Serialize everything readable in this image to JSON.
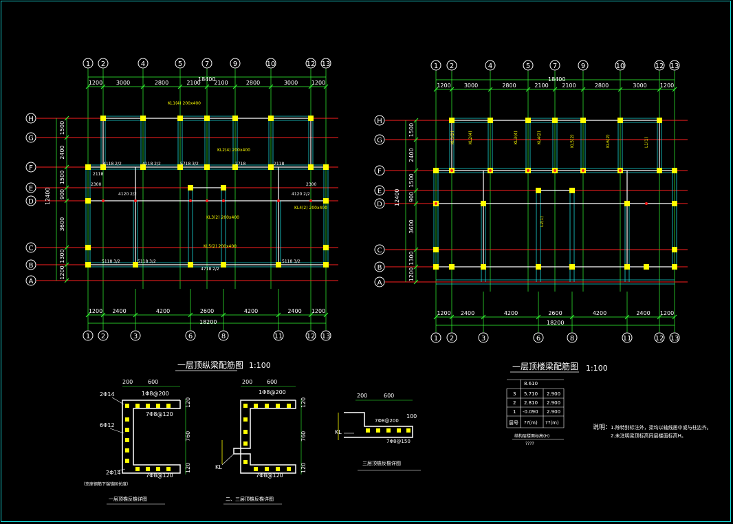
{
  "colors": {
    "axis": "#ff2020",
    "dim": "#33ff33",
    "wall": "#18d8d8",
    "beam": "#ffffff",
    "column": "#ffff00",
    "text": "#ffffff",
    "label": "#ffff00"
  },
  "left_plan": {
    "top_axes": [
      "1",
      "2",
      "4",
      "5",
      "7",
      "9",
      "10",
      "12",
      "13"
    ],
    "bottom_axes": [
      "1",
      "2",
      "3",
      "6",
      "8",
      "11",
      "12",
      "13"
    ],
    "row_axes": [
      "H",
      "G",
      "F",
      "E",
      "D",
      "C",
      "B",
      "A"
    ],
    "top_total": "18400",
    "top_dims": [
      "1200",
      "3000",
      "2800",
      "2100",
      "2100",
      "2800",
      "3000",
      "1200"
    ],
    "bottom_total": "18200",
    "bottom_dims": [
      "1200",
      "2400",
      "4200",
      "2600",
      "4200",
      "2400",
      "1200"
    ],
    "left_total": "12400",
    "left_dims": [
      "1500",
      "2400",
      "1500",
      "900",
      "3600",
      "1300",
      "1200"
    ],
    "rebar_labels": [
      "4118 2/2",
      "4118 2/2",
      "4120 2/2",
      "4120 2/2",
      "5118 3/2",
      "5118 3/2",
      "5118 3/2",
      "5718 3/2",
      "4718 2/2",
      "2718",
      "2118",
      "2118",
      "2300",
      "2300"
    ],
    "beam_labels": [
      "KL1(4) 200x400",
      "KL2(4) 200x400",
      "KL3(2) 200x400",
      "KL4(2) 200x400",
      "KL5(2) 200x400"
    ]
  },
  "right_plan": {
    "top_axes": [
      "1",
      "2",
      "4",
      "5",
      "7",
      "9",
      "10",
      "12",
      "13"
    ],
    "bottom_axes": [
      "1",
      "2",
      "3",
      "6",
      "8",
      "11",
      "12",
      "13"
    ],
    "row_axes": [
      "H",
      "G",
      "F",
      "E",
      "D",
      "C",
      "B",
      "A"
    ],
    "top_total": "18400",
    "top_dims": [
      "1200",
      "3000",
      "2800",
      "2100",
      "2100",
      "2800",
      "3000",
      "1200"
    ],
    "bottom_total": "18200",
    "bottom_dims": [
      "1200",
      "2400",
      "4200",
      "2600",
      "4200",
      "2400",
      "1200"
    ],
    "left_total": "12400",
    "left_dims": [
      "1500",
      "2400",
      "1500",
      "900",
      "3600",
      "1300",
      "1200"
    ],
    "beam_labels": [
      "KL1(2)",
      "KL2(4)",
      "KL3(4)",
      "KL4(2)",
      "KL5(2)",
      "KL6(2)",
      "L1(1)",
      "L2(1)"
    ]
  },
  "titles": {
    "left_title": "一层顶纵梁配筋图",
    "left_scale": "1:100",
    "right_title": "一层顶楼梁配筋图",
    "right_scale": "1:100"
  },
  "detail1": {
    "dims": [
      "200",
      "600",
      "120",
      "760",
      "120"
    ],
    "labels": [
      "2Φ14",
      "6Φ12",
      "2Φ14",
      "1Φ8@200",
      "7Φ8@120",
      "7Φ8@120"
    ],
    "note": "（支座钢筋下端锚固长度）",
    "caption": "一层顶檐反檐详图"
  },
  "detail2": {
    "dims": [
      "200",
      "600",
      "120",
      "760",
      "120"
    ],
    "labels": [
      "1Φ8@200",
      "7Φ8@120",
      "KL"
    ],
    "caption": "二、三层顶檐反檐详图"
  },
  "detail3": {
    "dims": [
      "200",
      "600",
      "100"
    ],
    "labels": [
      "KL",
      "7Φ8@200",
      "7Φ8@150"
    ],
    "caption": "三层顶檐反檐详图"
  },
  "level_table": {
    "header": "8.610",
    "rows": [
      [
        "3",
        "5.710",
        "2.900"
      ],
      [
        "2",
        "2.810",
        "2.900"
      ],
      [
        "1",
        "-0.090",
        "2.900"
      ]
    ],
    "footer": [
      "层号",
      "??(m)",
      "??(m)"
    ],
    "caption": "结构层楼面标高(H)",
    "caption2": "????"
  },
  "notes": {
    "heading": "说明：",
    "lines": [
      "1.除特别标注外，梁均以轴线居中或与柱边齐。",
      "2.未注明梁顶标高同层楼面标高H。"
    ]
  }
}
